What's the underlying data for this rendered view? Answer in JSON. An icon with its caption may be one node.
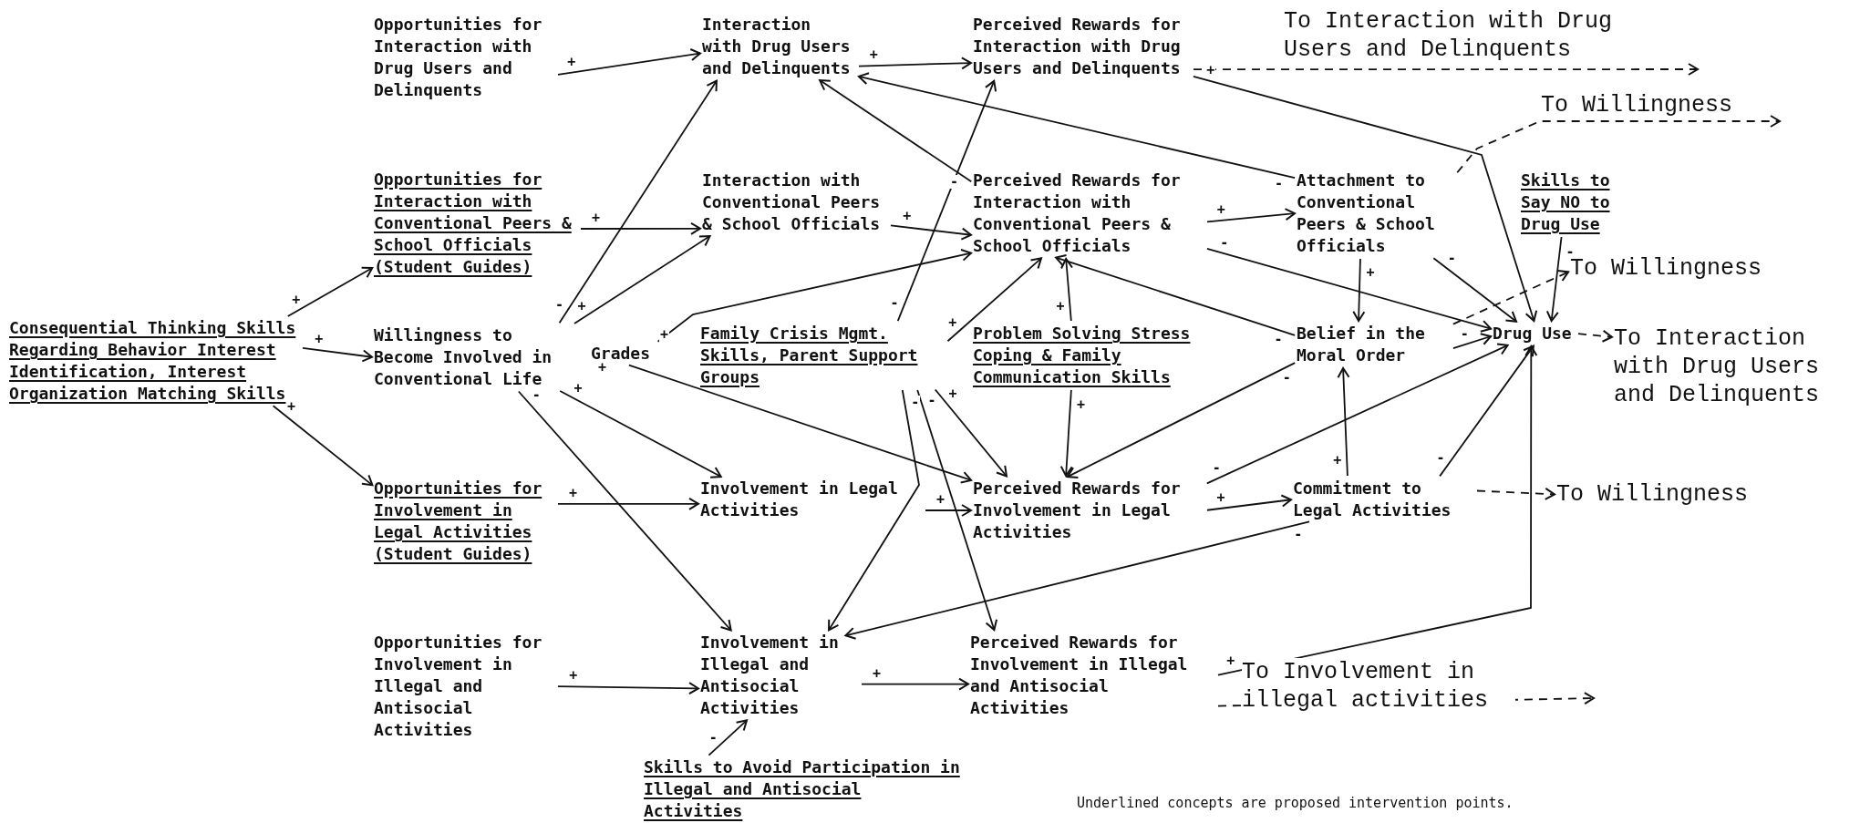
{
  "diagram": {
    "nodes": [
      {
        "text": [
          "Consequential Thinking Skills Regarding Behavior Interest Identification, Interest Organization Matching Skills"
        ]
      },
      {
        "text": [
          "Opportunities for Interaction with Drug Users and Delinquents"
        ]
      },
      {
        "text": [
          "Opportunities for Interaction with Conventional Peers & School Officials (Student Guides)"
        ]
      },
      {
        "text": [
          "Willingness to Become Involved in Conventional Life"
        ]
      },
      {
        "text": [
          "Grades"
        ]
      },
      {
        "text": [
          "Opportunities for Involvement in Legal Activities (Student Guides)"
        ]
      },
      {
        "text": [
          "Opportunities for Involvement in Illegal and Antisocial Activities"
        ]
      },
      {
        "text": [
          "Interaction with Drug Users and Delinquents"
        ]
      },
      {
        "text": [
          "Interaction with Conventional Peers & School Officials"
        ]
      },
      {
        "text": [
          "Family Crisis Mgmt. Skills, Parent Support Groups"
        ]
      },
      {
        "text": [
          "Involvement in Legal Activities"
        ]
      },
      {
        "text": [
          "Involvement in Illegal and Antisocial Activities"
        ]
      },
      {
        "text": [
          "Skills to Avoid Participation in Illegal and Antisocial Activities"
        ]
      },
      {
        "text": [
          "Perceived Rewards for Interaction with Drug Users and Delinquents"
        ]
      },
      {
        "text": [
          "Perceived Rewards for Interaction with Conventional Peers & School Officials"
        ]
      },
      {
        "text": [
          "Problem Solving Stress Coping & Family Communication Skills"
        ]
      },
      {
        "text": [
          "Perceived Rewards for Involvement in Legal Activities"
        ]
      },
      {
        "text": [
          "Perceived Rewards for Involvement in Illegal and Antisocial Activities"
        ]
      },
      {
        "text": [
          "Attachment to Conventional Peers & School Officials"
        ]
      },
      {
        "text": [
          "Belief in the Moral Order"
        ]
      },
      {
        "text": [
          "Commitment to Legal Activities"
        ]
      },
      {
        "text": [
          "Skills to Say NO to Drug Use"
        ]
      },
      {
        "text": [
          "Drug Use"
        ]
      },
      {
        "text": [
          "To Willingness"
        ]
      },
      {
        "text": [
          "To Interaction with Drug Users and Delinquents"
        ]
      },
      {
        "text": [
          "To Willingness"
        ]
      }
    ],
    "edges": [
      {
        "from": 0,
        "to": 2,
        "arrow": "to",
        "label": "+"
      },
      {
        "from": 0,
        "to": 3,
        "arrow": "to",
        "label": "+"
      },
      {
        "from": 0,
        "to": 5,
        "arrow": "to",
        "label": "+"
      },
      {
        "from": 1,
        "to": 7,
        "arrow": "to",
        "label": "+"
      },
      {
        "from": 2,
        "to": 8,
        "arrow": "to",
        "label": "+"
      },
      {
        "from": 3,
        "to": 7,
        "arrow": "to",
        "label": "-"
      },
      {
        "from": 3,
        "to": 8,
        "arrow": "to",
        "label": "+"
      },
      {
        "from": 3,
        "to": 10,
        "arrow": "to",
        "label": "+"
      },
      {
        "from": 3,
        "to": 11,
        "arrow": "to",
        "label": "-"
      },
      {
        "from": 4,
        "to": 14,
        "arrow": "to",
        "label": "+"
      },
      {
        "from": 4,
        "to": 16,
        "arrow": "to",
        "label": "+"
      },
      {
        "from": 5,
        "to": 10,
        "arrow": "to",
        "label": "+"
      },
      {
        "from": 6,
        "to": 11,
        "arrow": "to",
        "label": "+"
      },
      {
        "from": 7,
        "to": 13,
        "arrow": "to",
        "label": "+"
      },
      {
        "from": 8,
        "to": 14,
        "arrow": "to",
        "label": "+"
      },
      {
        "from": 10,
        "to": 16,
        "arrow": "to",
        "label": "+"
      },
      {
        "from": 11,
        "to": 17,
        "arrow": "to",
        "label": "+"
      },
      {
        "from": 16,
        "to": 20,
        "arrow": "to",
        "label": "+"
      },
      {
        "from": 14,
        "to": 18,
        "arrow": "to",
        "label": "+"
      },
      {
        "from": 12,
        "to": 11,
        "arrow": "to",
        "label": "-"
      },
      {
        "from": 14,
        "to": 7,
        "arrow": "to",
        "label": "-"
      },
      {
        "from": 9,
        "to": 13,
        "arrow": "to",
        "label": "-"
      },
      {
        "from": 18,
        "to": 7,
        "arrow": "to",
        "label": "-"
      },
      {
        "from": 13,
        "to": 22,
        "arrow": "to",
        "label": "+"
      },
      {
        "from": 14,
        "to": 22,
        "arrow": "to",
        "label": "-"
      },
      {
        "from": 9,
        "to": 14,
        "arrow": "to",
        "label": "+"
      },
      {
        "from": 15,
        "to": 14,
        "arrow": "to",
        "label": "+"
      },
      {
        "from": 19,
        "to": 14,
        "arrow": "to",
        "label": "-"
      },
      {
        "from": 15,
        "to": 16,
        "arrow": "to",
        "label": "+"
      },
      {
        "from": 9,
        "to": 16,
        "arrow": "to",
        "label": "+"
      },
      {
        "from": 19,
        "to": 16,
        "arrow": "to",
        "label": "-"
      },
      {
        "from": 9,
        "to": 17,
        "arrow": "to",
        "label": "-"
      },
      {
        "from": 9,
        "to": 11,
        "arrow": "to",
        "label": "-"
      },
      {
        "from": 20,
        "to": 11,
        "arrow": "to",
        "label": "-"
      },
      {
        "from": 20,
        "to": 19,
        "arrow": "to",
        "label": "+"
      },
      {
        "from": 18,
        "to": 19,
        "arrow": "to",
        "label": "+"
      },
      {
        "from": 18,
        "to": 22,
        "arrow": "to",
        "label": "-"
      },
      {
        "from": 19,
        "to": 22,
        "arrow": "to",
        "label": "-"
      },
      {
        "from": 20,
        "to": 22,
        "arrow": "to",
        "label": "-"
      },
      {
        "from": 16,
        "to": 22,
        "arrow": "to",
        "label": "-"
      },
      {
        "from": 21,
        "to": 22,
        "arrow": "to",
        "label": "-"
      },
      {
        "from": 17,
        "to": 22,
        "arrow": "to",
        "label": "+"
      },
      {
        "from": 13,
        "to": null,
        "arrow": "to",
        "style": "dashed",
        "label": "To Interaction with Drug Users and Delinquents"
      },
      {
        "from": 18,
        "to": null,
        "arrow": "to",
        "style": "dashed",
        "label": "To Willingness"
      },
      {
        "from": 19,
        "to": 25,
        "arrow": "to",
        "style": "dashed"
      },
      {
        "from": 20,
        "to": 23,
        "arrow": "to",
        "style": "dashed"
      },
      {
        "from": 22,
        "to": 24,
        "arrow": "to",
        "style": "dashed"
      },
      {
        "from": 17,
        "to": null,
        "arrow": "to",
        "style": "dashed",
        "label": "To Involvement in illegal activities"
      }
    ],
    "labels": [
      "Underlined concepts are proposed intervention points."
    ]
  }
}
